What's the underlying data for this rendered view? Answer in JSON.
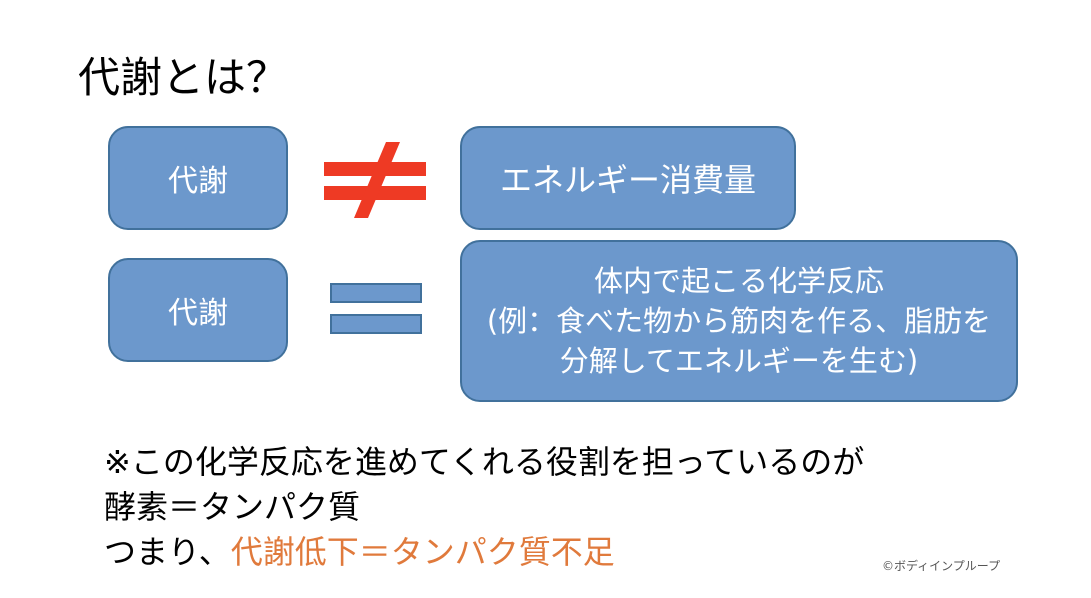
{
  "title": "代謝とは？",
  "boxes": {
    "metabolism_1": "代謝",
    "energy": "エネルギー消費量",
    "metabolism_2": "代謝",
    "reaction": [
      "体内で起こる化学反応",
      "(例：食べた物から筋肉を作る、脂肪を",
      "分解してエネルギーを生む)"
    ]
  },
  "note": {
    "line1": "※この化学反応を進めてくれる役割を担っているのが",
    "line2": "酵素＝タンパク質",
    "line3_prefix": "つまり、",
    "line3_highlight": "代謝低下＝タンパク質不足"
  },
  "copyright": "©ボディインプループ",
  "colors": {
    "box_fill": "#6c98cc",
    "box_border": "#41719c",
    "not_equal_sign": "#ee3a24",
    "equal_sign": "#6c98cc",
    "highlight_text": "#e07a3c"
  },
  "icons": {
    "not_equal": "not-equal-icon",
    "equal": "equal-icon"
  }
}
